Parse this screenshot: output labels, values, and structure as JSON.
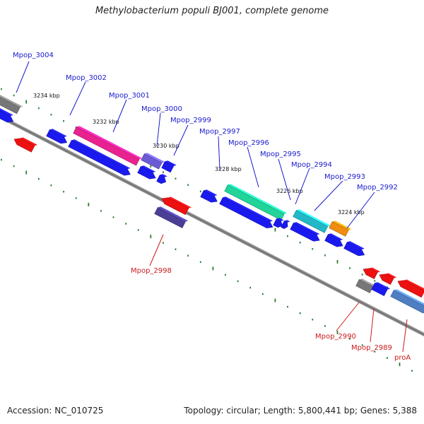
{
  "title": "Methylobacterium populi BJ001, complete genome",
  "accession": "Accession: NC_010725",
  "summary": "Topology: circular; Length: 5,800,441 bp; Genes: 5,388",
  "colors": {
    "backbone": "#7f7f7f",
    "forward_label": "#1a1acc",
    "reverse_label": "#cc1a1a",
    "tick": "#2e7d32",
    "gene_default": "#1a1af0",
    "gene_reverse": "#ee1111"
  },
  "scale_labels": [
    "3234 kbp",
    "3232 kbp",
    "3230 kbp",
    "3228 kbp",
    "3226 kbp",
    "3224 kbp"
  ],
  "gene_labels": {
    "forward": [
      "Mpop_3004",
      "Mpop_3002",
      "Mpop_3001",
      "Mpop_3000",
      "Mpop_2999",
      "Mpop_2997",
      "Mpop_2996",
      "Mpop_2995",
      "Mpop_2994",
      "Mpop_2993",
      "Mpop_2992"
    ],
    "reverse": [
      "Mpop_2998",
      "Mpop_2990",
      "Mpop_2989",
      "proA"
    ]
  }
}
